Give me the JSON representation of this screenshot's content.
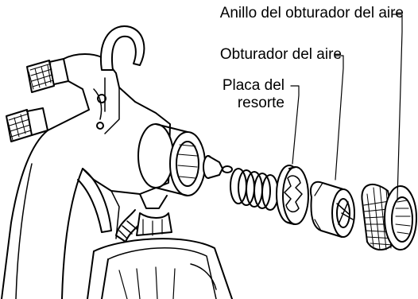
{
  "labels": {
    "air_valve_ring": "Anillo del obturador del aire",
    "air_valve": "Obturador del aire",
    "spring_plate_line1": "Placa del",
    "spring_plate_line2": "resorte"
  },
  "colors": {
    "ink": "#000000",
    "paper": "#ffffff"
  }
}
